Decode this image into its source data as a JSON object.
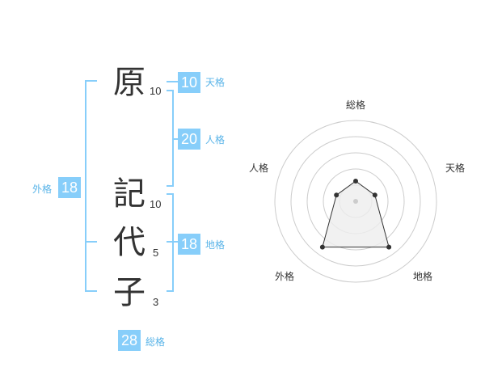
{
  "name": {
    "characters": [
      {
        "char": "原",
        "strokes": "10"
      },
      {
        "char": "記",
        "strokes": "10"
      },
      {
        "char": "代",
        "strokes": "5"
      },
      {
        "char": "子",
        "strokes": "3"
      }
    ]
  },
  "fortunes": {
    "tenkaku": {
      "value": "10",
      "label": "天格"
    },
    "jinkaku": {
      "value": "20",
      "label": "人格"
    },
    "chikaku": {
      "value": "18",
      "label": "地格"
    },
    "gaikaku": {
      "value": "18",
      "label": "外格"
    },
    "soukaku": {
      "value": "28",
      "label": "総格"
    }
  },
  "chart_data": {
    "type": "radar",
    "axes": [
      "総格",
      "天格",
      "地格",
      "外格",
      "人格"
    ],
    "values": [
      0.25,
      0.25,
      0.7,
      0.7,
      0.25
    ],
    "range": [
      0,
      1
    ],
    "rings": 5
  },
  "colors": {
    "accent": "#87cefa",
    "accent_text": "#5ab4e8",
    "ring": "#cccccc",
    "polygon_fill": "#eeeeee",
    "polygon_stroke": "#333333"
  }
}
